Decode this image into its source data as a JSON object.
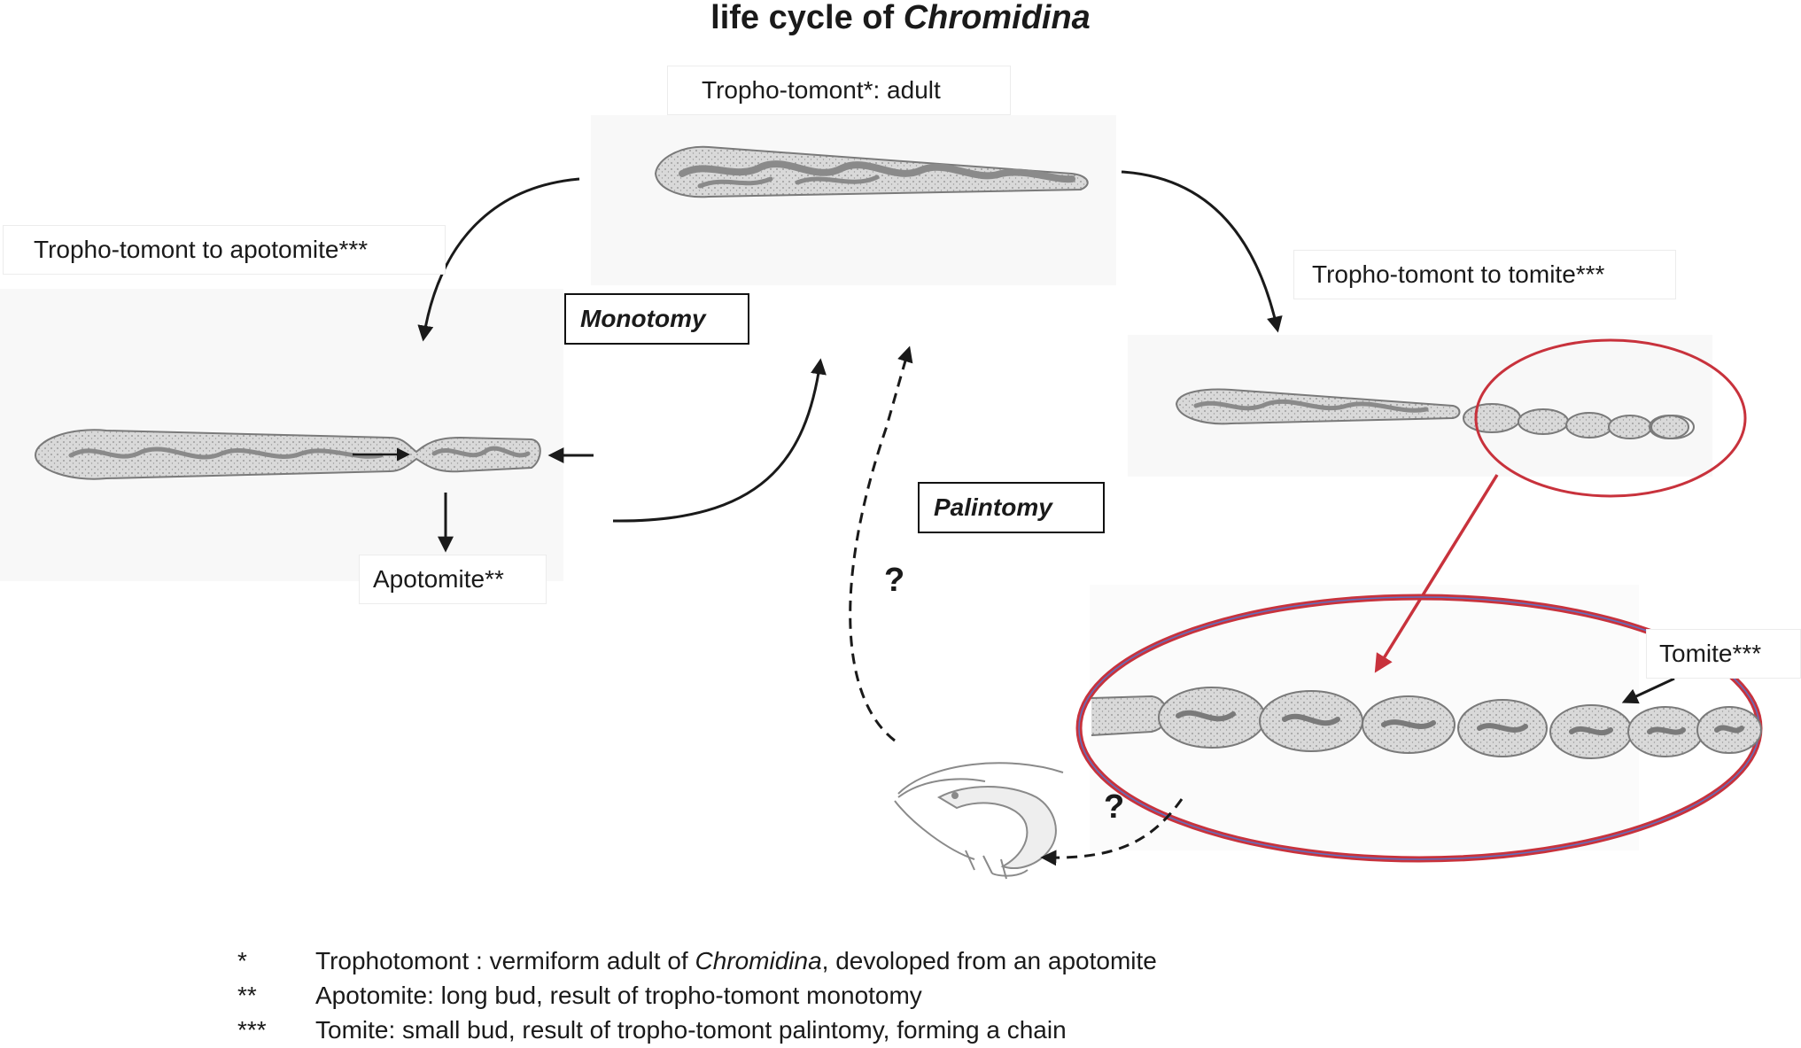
{
  "title": {
    "prefix": "life cycle of ",
    "organism": "Chromidina"
  },
  "labels": {
    "adult": "Tropho-tomont*:  adult",
    "to_apotomite": "Tropho-tomont to apotomite***",
    "to_tomite": "Tropho-tomont  to tomite***",
    "apotomite": "Apotomite**",
    "tomite": "Tomite***"
  },
  "processes": {
    "monotomy": "Monotomy",
    "palintomy": "Palintomy"
  },
  "unknown_marks": [
    "?",
    "?"
  ],
  "footnotes": [
    {
      "mark": "*",
      "text_before": "Trophotomont  :  vermiform adult of ",
      "italic": "Chromidina",
      "text_after": ", devoloped  from an apotomite"
    },
    {
      "mark": "**",
      "text_before": "Apotomite: long bud, result of tropho-tomont monotomy",
      "italic": "",
      "text_after": ""
    },
    {
      "mark": "***",
      "text_before": "Tomite: small bud, result of tropho-tomont palintomy,  forming a chain",
      "italic": "",
      "text_after": ""
    }
  ],
  "colors": {
    "arrow": "#1a1a1a",
    "zoom_circle": "#c8323c",
    "zoom_ring_inner": "#6070c0",
    "cell_fill": "#d6d6d6",
    "cell_outline": "#7a7a7a",
    "cell_inner": "#8a8a8a"
  },
  "icons": [
    "tropho-tomont-cell",
    "budding-cell",
    "tomite-chain",
    "shrimp-host"
  ]
}
